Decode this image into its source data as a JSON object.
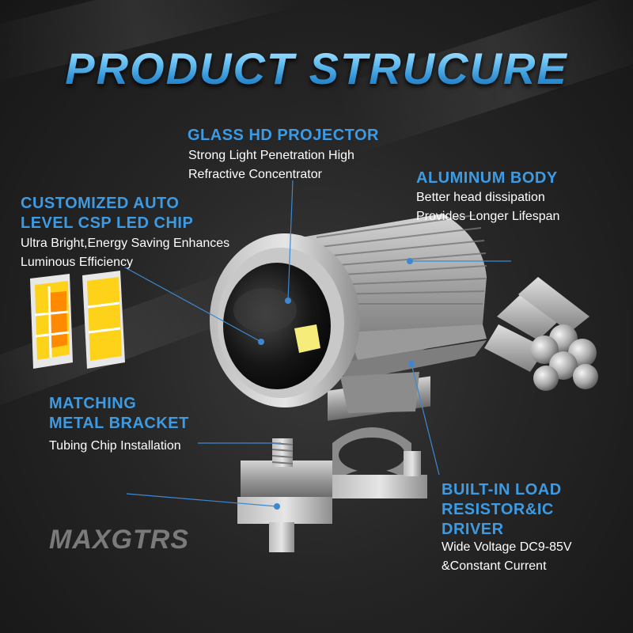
{
  "title": "PRODUCT STRUCURE",
  "brand": "MAXGTRS",
  "colors": {
    "accent": "#3d9be3",
    "title": "#4fb3ef",
    "background": "#262626",
    "text": "#ffffff"
  },
  "callouts": {
    "glass": {
      "heading": "GLASS HD PROJECTOR",
      "lines": [
        "Strong Light Penetration High",
        "Refractive Concentrator"
      ]
    },
    "aluminum": {
      "heading": "ALUMINUM BODY",
      "lines": [
        "Better head dissipation",
        "Provides Longer Lifespan"
      ]
    },
    "chip": {
      "heading_lines": [
        "CUSTOMIZED AUTO",
        "LEVEL CSP LED CHIP"
      ],
      "lines": [
        "Ultra Bright,Energy Saving Enhances",
        "Luminous Efficiency"
      ]
    },
    "bracket": {
      "heading_lines": [
        "MATCHING",
        "METAL BRACKET"
      ],
      "lines": [
        "Tubing Chip Installation"
      ]
    },
    "driver": {
      "heading_lines": [
        "BUILT-IN LOAD",
        "RESISTOR&IC",
        "DRIVER"
      ],
      "lines": [
        "Wide Voltage DC9-85V",
        "&Constant Current"
      ]
    }
  }
}
